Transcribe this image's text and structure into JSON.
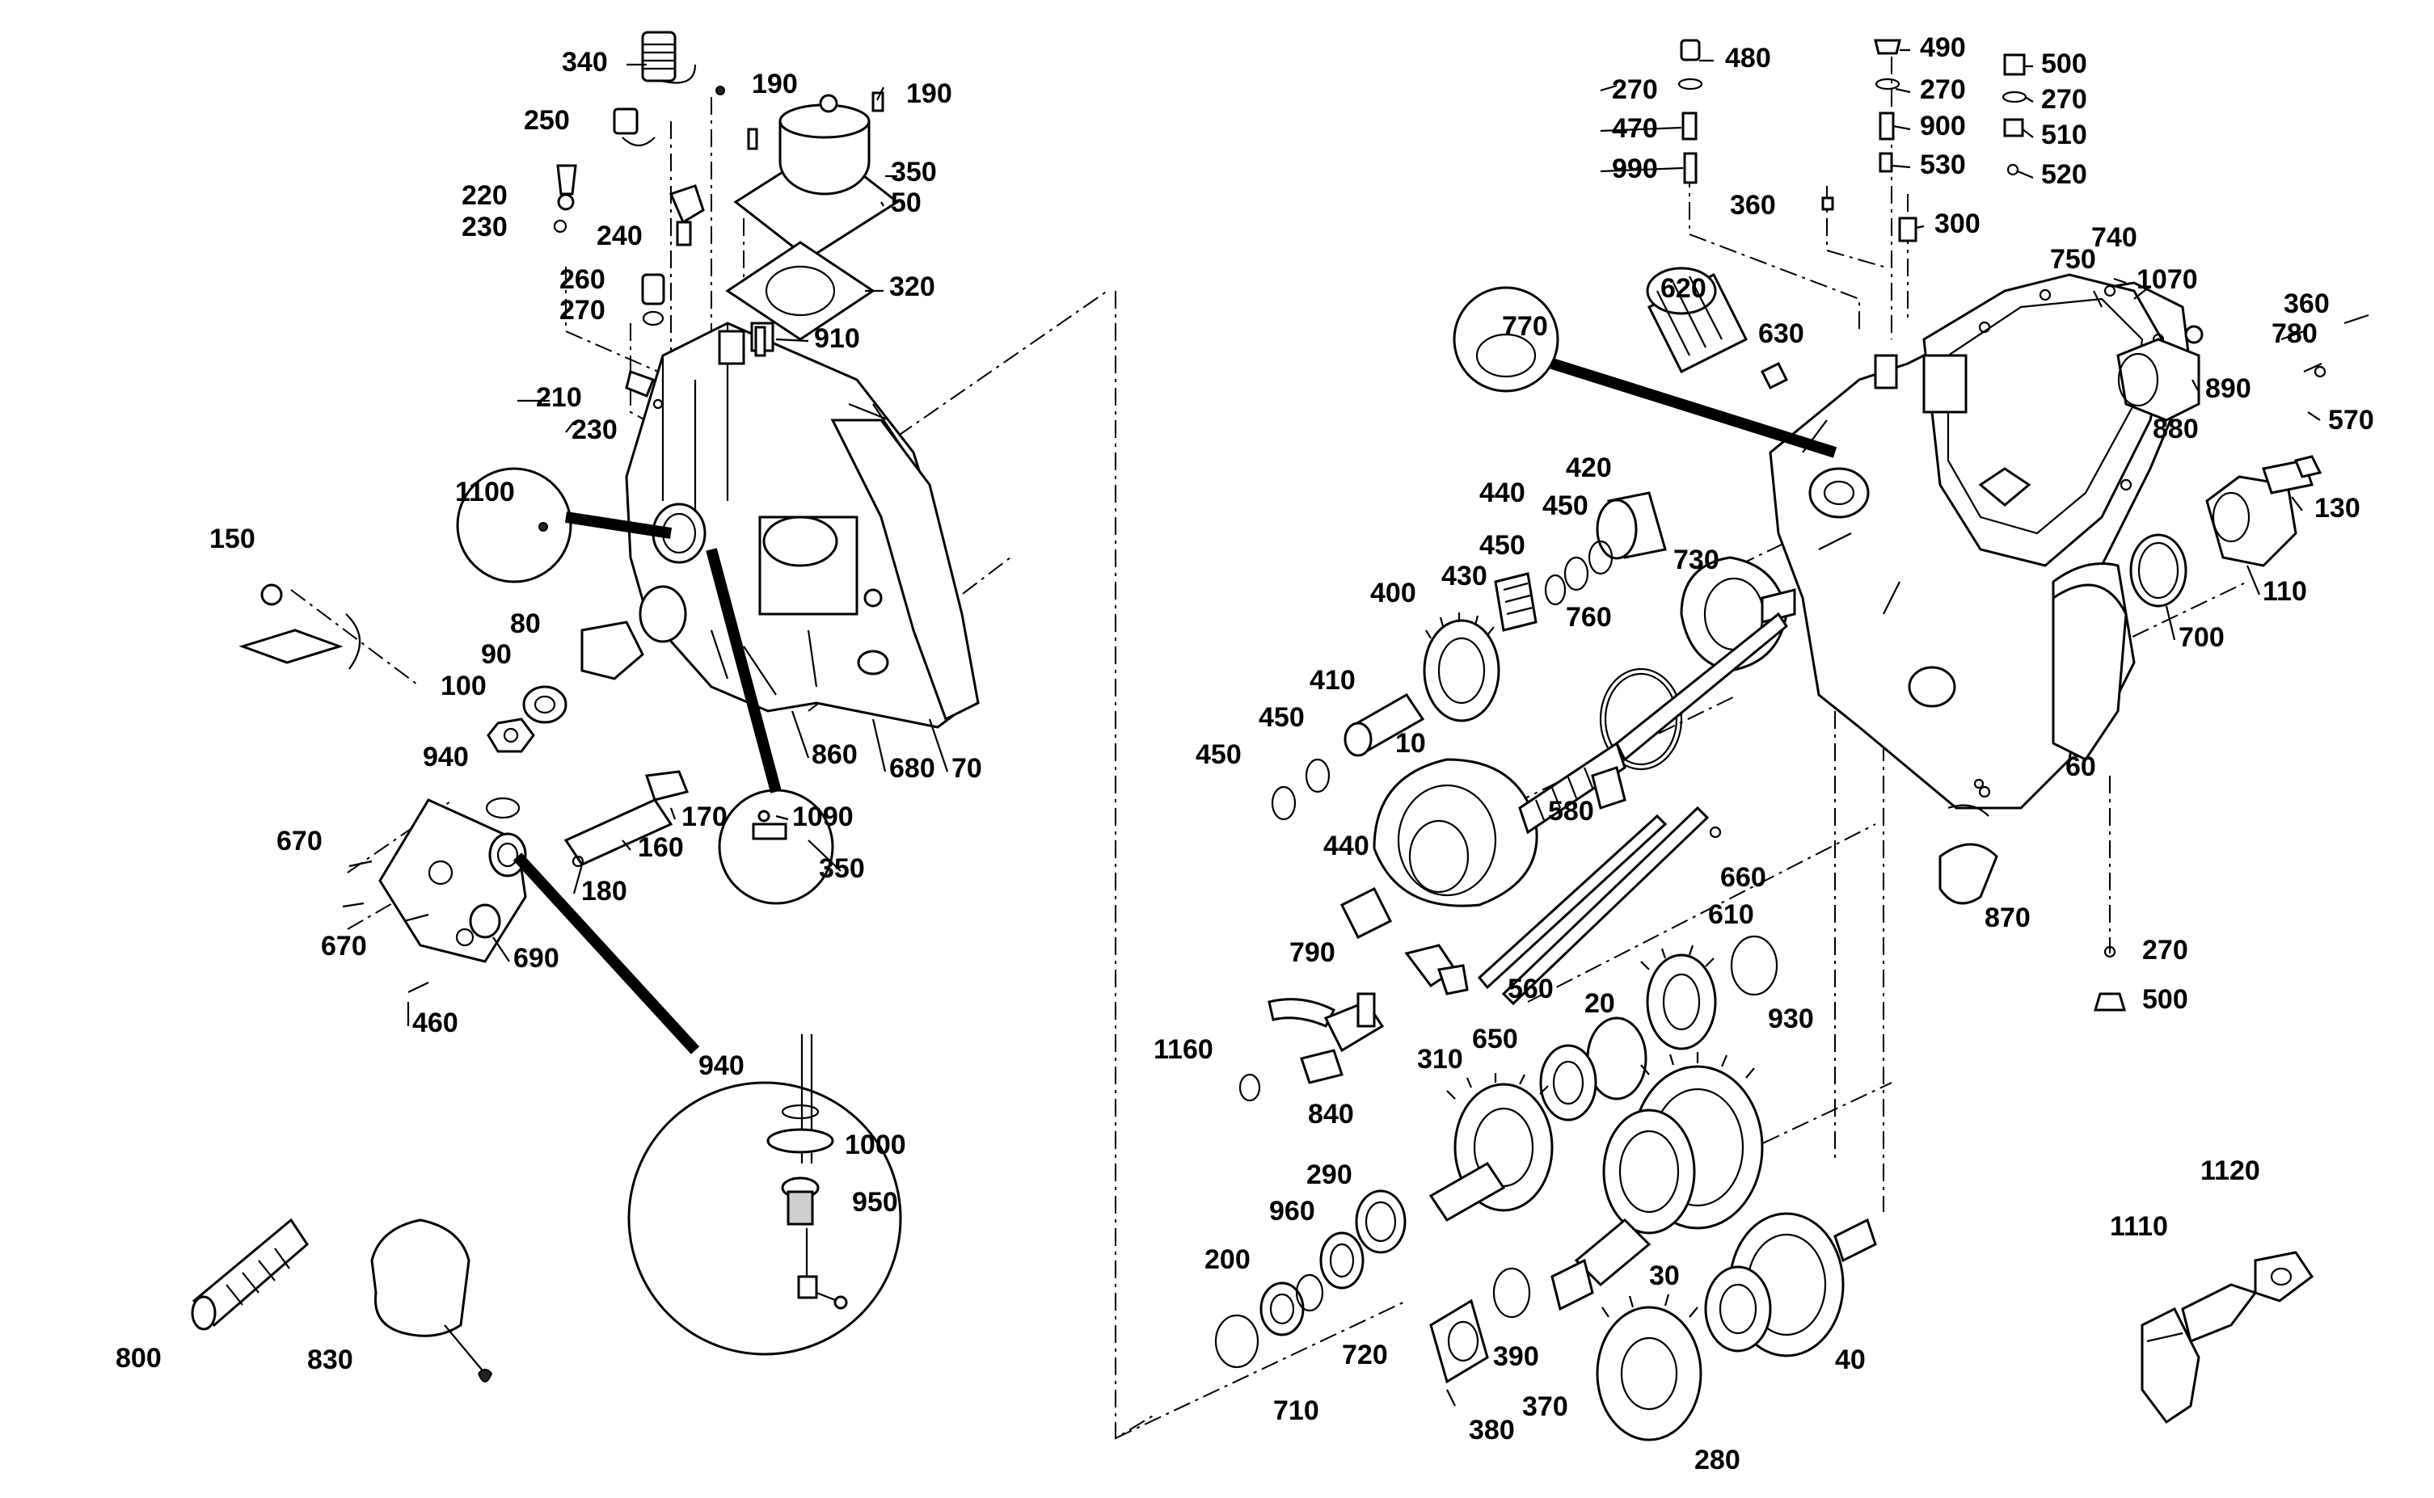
{
  "labels": {
    "l340": "340",
    "l190a": "190",
    "l190b": "190",
    "l250": "250",
    "l350a": "350",
    "l50": "50",
    "l220": "220",
    "l230a": "230",
    "l240": "240",
    "l260": "260",
    "l270a": "270",
    "l320": "320",
    "l910": "910",
    "l210": "210",
    "l230b": "230",
    "l1100": "1100",
    "l150": "150",
    "l80": "80",
    "l90": "90",
    "l100": "100",
    "l860": "860",
    "l680": "680",
    "l70": "70",
    "l940a": "940",
    "l170": "170",
    "l1090": "1090",
    "l350b": "350",
    "l670a": "670",
    "l160": "160",
    "l180": "180",
    "l670b": "670",
    "l690": "690",
    "l460": "460",
    "l940b": "940",
    "l1000": "1000",
    "l950": "950",
    "l800": "800",
    "l830": "830",
    "l480": "480",
    "l490": "490",
    "l500a": "500",
    "l270b": "270",
    "l270c": "270",
    "l270d": "270",
    "l470": "470",
    "l900": "900",
    "l510": "510",
    "l990": "990",
    "l530": "530",
    "l520": "520",
    "l360a": "360",
    "l300": "300",
    "l750": "750",
    "l740": "740",
    "l1070": "1070",
    "l770": "770",
    "l620": "620",
    "l630": "630",
    "l360b": "360",
    "l780": "780",
    "l890": "890",
    "l880": "880",
    "l570": "570",
    "l420": "420",
    "l440a": "440",
    "l450a": "450",
    "l450b": "450",
    "l730": "730",
    "l130": "130",
    "l400": "400",
    "l430": "430",
    "l110": "110",
    "l760": "760",
    "l700": "700",
    "l410": "410",
    "l450c": "450",
    "l10": "10",
    "l450d": "450",
    "l580": "580",
    "l60": "60",
    "l440b": "440",
    "l660": "660",
    "l870": "870",
    "l610": "610",
    "l270e": "270",
    "l790": "790",
    "l560": "560",
    "l20": "20",
    "l930": "930",
    "l500b": "500",
    "l1160": "1160",
    "l650": "650",
    "l310": "310",
    "l840": "840",
    "l290": "290",
    "l960": "960",
    "l1120": "1120",
    "l1110": "1110",
    "l200": "200",
    "l30": "30",
    "l40": "40",
    "l720": "720",
    "l390": "390",
    "l710": "710",
    "l370": "370",
    "l380": "380",
    "l280": "280"
  }
}
